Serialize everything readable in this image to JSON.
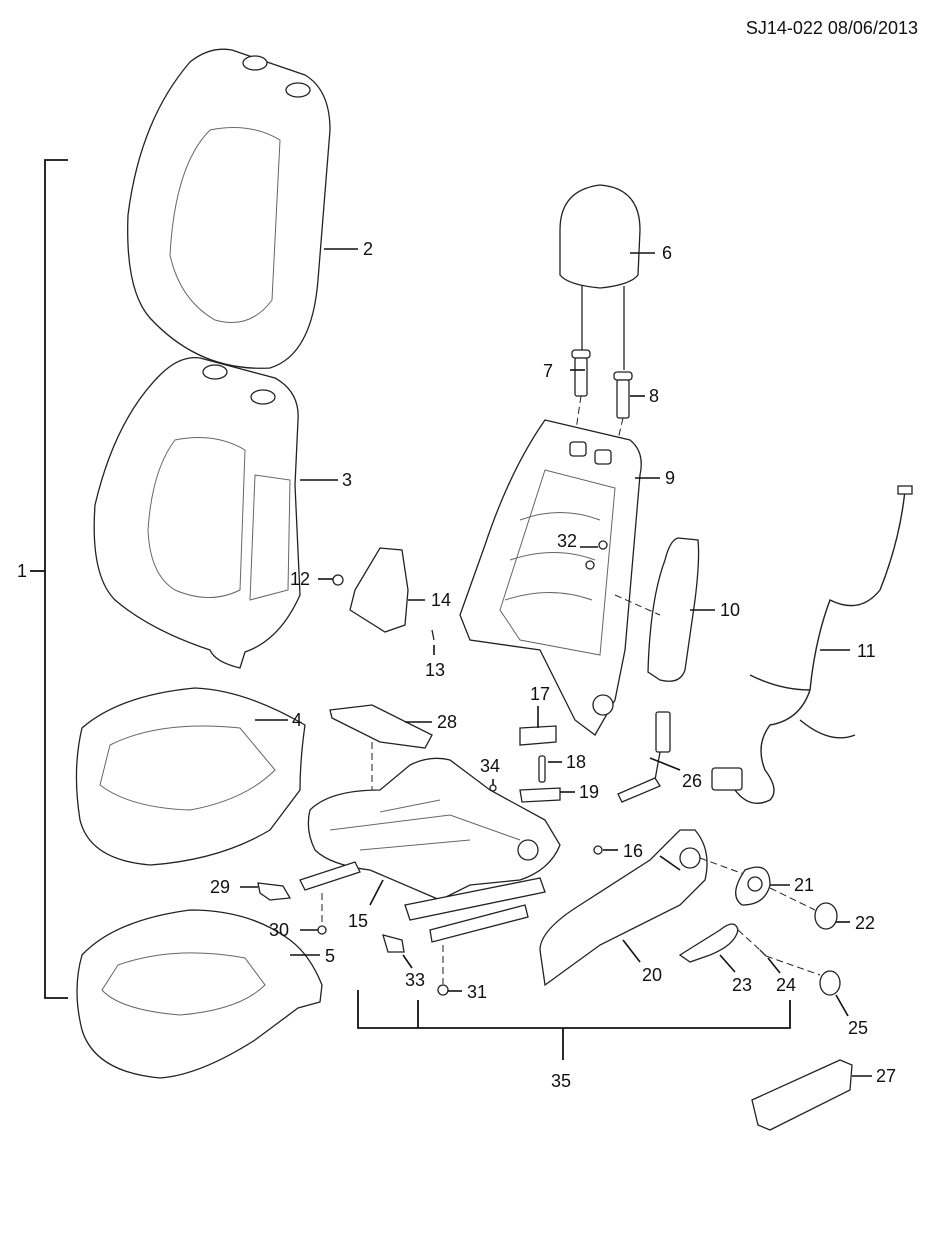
{
  "header": {
    "doc_ref": "SJ14-022 08/06/2013"
  },
  "callouts": {
    "c1": "1",
    "c2": "2",
    "c3": "3",
    "c4": "4",
    "c5": "5",
    "c6": "6",
    "c7": "7",
    "c8": "8",
    "c9": "9",
    "c10": "10",
    "c11": "11",
    "c12": "12",
    "c13": "13",
    "c14": "14",
    "c15": "15",
    "c16": "16",
    "c17": "17",
    "c18": "18",
    "c19": "19",
    "c20": "20",
    "c21": "21",
    "c22": "22",
    "c23": "23",
    "c24": "24",
    "c25": "25",
    "c26": "26",
    "c27": "27",
    "c28": "28",
    "c29": "29",
    "c30": "30",
    "c31": "31",
    "c32": "32",
    "c33": "33",
    "c34": "34",
    "c35": "35"
  }
}
